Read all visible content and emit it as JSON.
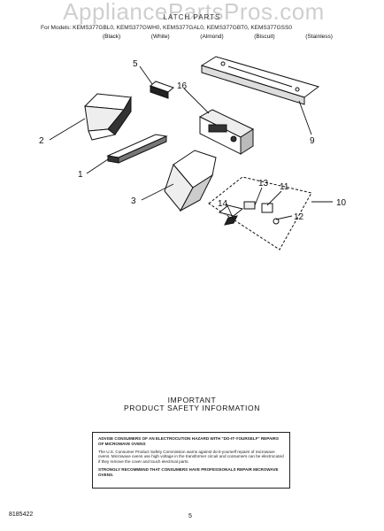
{
  "watermark": "AppliancePartsPros.com",
  "title": "LATCH PARTS",
  "models_line": "For Models: KEMS377GBL0, KEMS377GWH0, KEMS377GAL0, KEMS377GBT0, KEMS377GSS0",
  "finishes": [
    "(Black)",
    "(White)",
    "(Almond)",
    "(Biscuit)",
    "(Stainless)"
  ],
  "callouts": [
    "1",
    "2",
    "3",
    "5",
    "9",
    "10",
    "11",
    "12",
    "13",
    "14",
    "16"
  ],
  "safety": {
    "heading_line1": "IMPORTANT",
    "heading_line2": "PRODUCT SAFETY INFORMATION",
    "para1": "ADVISE CONSUMERS OF AN ELECTROCUTION HAZARD WITH \"DO-IT-YOURSELF\" REPAIRS OF MICROWAVE OVENS",
    "para2": "The U.S. Consumer Product Safety Commission warns against do-it-yourself repairs of microwave ovens. Microwave ovens use high voltage in the transformer circuit and consumers can be electrocuted if they remove the cover and touch electrical parts.",
    "para3": "STRONGLY RECOMMEND THAT CONSUMERS HAVE PROFESSIONALS REPAIR MICROWAVE OVENS."
  },
  "footer": {
    "doc_number": "8185422",
    "page": "5"
  }
}
